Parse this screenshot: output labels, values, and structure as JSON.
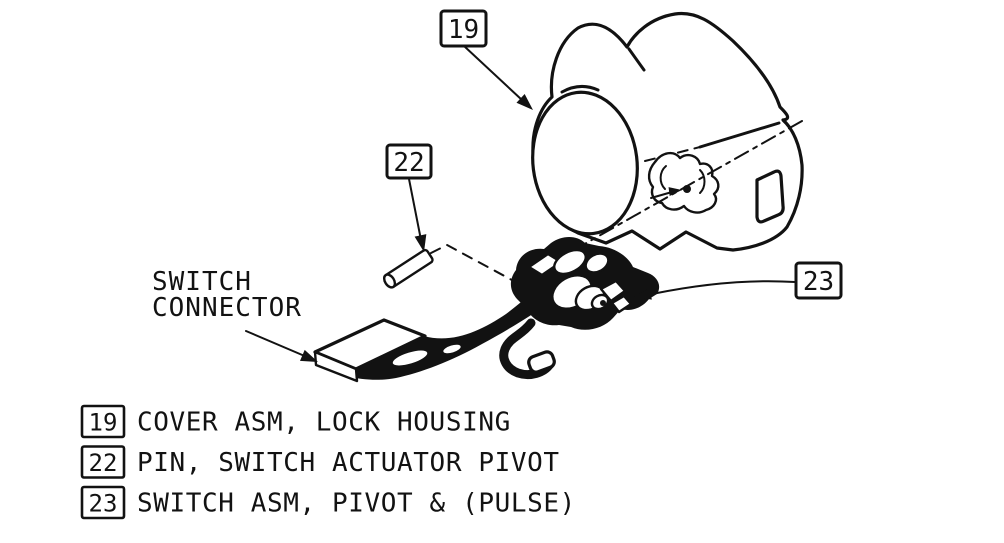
{
  "colors": {
    "ink": "#121212",
    "paper": "#ffffff"
  },
  "diagram": {
    "callouts": [
      {
        "id": "19",
        "label": "19",
        "points_to": "cover assembly lock housing"
      },
      {
        "id": "22",
        "label": "22",
        "points_to": "switch actuator pivot pin"
      },
      {
        "id": "23",
        "label": "23",
        "points_to": "pivot and pulse switch assembly"
      }
    ],
    "connector_label": {
      "line1": "SWITCH",
      "line2": "CONNECTOR"
    }
  },
  "legend": {
    "items": [
      {
        "ref": "19",
        "description": "COVER ASM, LOCK HOUSING"
      },
      {
        "ref": "22",
        "description": "PIN, SWITCH ACTUATOR PIVOT"
      },
      {
        "ref": "23",
        "description": "SWITCH ASM, PIVOT & (PULSE)"
      }
    ]
  }
}
